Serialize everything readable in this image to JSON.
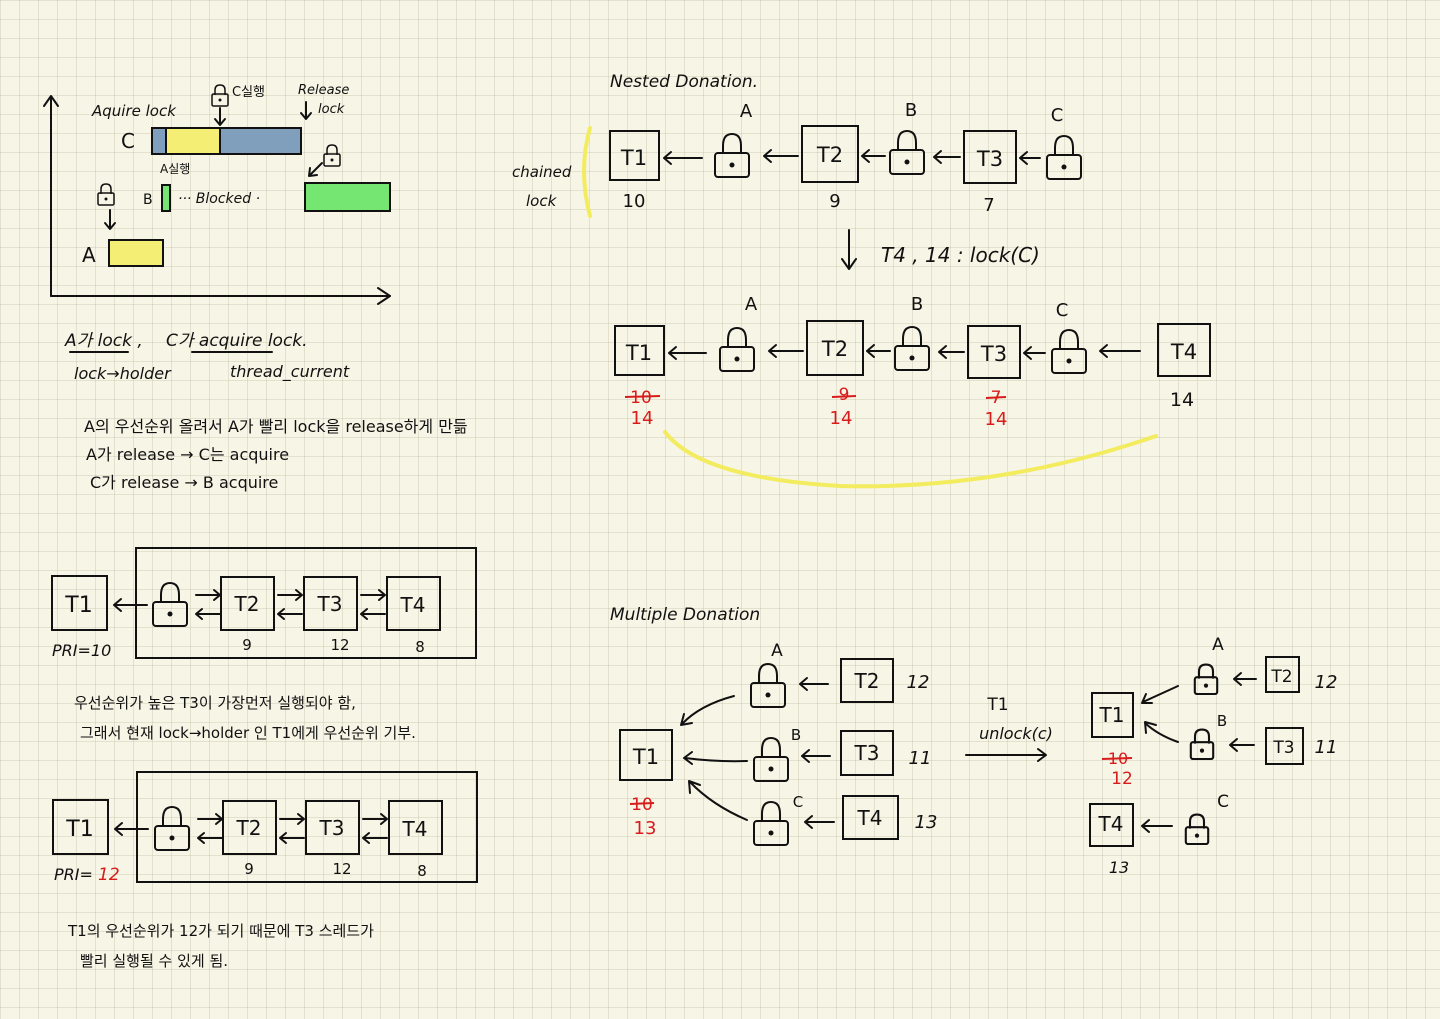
{
  "colors": {
    "paper": "#f7f5e6",
    "ink": "#111111",
    "red": "#d81c1c",
    "yellow_bar": "#f4ef74",
    "blue_bar": "#7f9fbc",
    "green_bar": "#76e673",
    "highlight": "#f2ec5e"
  },
  "timeline": {
    "acquire_lock": "Aquire lock",
    "c_run": "C실행",
    "release_lock_1": "Release",
    "release_lock_2": "lock",
    "label_c": "C",
    "a_run": "A실행",
    "label_b": "B",
    "blocked": "···  Blocked ·",
    "label_a": "A"
  },
  "notes1": {
    "a_lock": "A가 lock ,",
    "lock_holder": "lock→holder",
    "c_acquire": "C가  acquire lock.",
    "thread_current": "thread_current",
    "line1": "A의 우선순위 올려서 A가 빨리 lock을 release하게 만듦",
    "line2": "A가 release  → C는 acquire",
    "line3": "C가 release  → B acquire"
  },
  "boxdiag1": {
    "t1": "T1",
    "t2": "T2",
    "t3": "T3",
    "t4": "T4",
    "pri": "PRI=10",
    "p2": "9",
    "p3": "12",
    "p4": "8"
  },
  "notes2": {
    "line1": "우선순위가 높은 T3이 가장먼저 실행되야 함,",
    "line2": "그래서 현재 lock→holder 인  T1에게 우선순위 기부."
  },
  "boxdiag2": {
    "t1": "T1",
    "t2": "T2",
    "t3": "T3",
    "t4": "T4",
    "pri_prefix": "PRI=",
    "pri_value": "12",
    "p2": "9",
    "p3": "12",
    "p4": "8"
  },
  "notes3": {
    "line1": "T1의 우선순위가 12가 되기 때문에  T3 스레드가",
    "line2": "빨리 실행될 수 있게 됨."
  },
  "nested": {
    "title": "Nested Donation.",
    "chained_1": "chained",
    "chained_2": "lock",
    "lock_a": "A",
    "lock_b": "B",
    "lock_c": "C",
    "t1": "T1",
    "t2": "T2",
    "t3": "T3",
    "t4": "T4",
    "p1": "10",
    "p2": "9",
    "p3": "7",
    "event": "T4 , 14 : lock(C)",
    "p1_old": "10",
    "p1_new": "14",
    "p2_old": "9",
    "p2_new": "14",
    "p3_old": "7",
    "p3_new": "14",
    "p4": "14"
  },
  "multiple": {
    "title": "Multiple Donation",
    "lock_a": "A",
    "lock_b": "B",
    "lock_c": "C",
    "t1": "T1",
    "t2": "T2",
    "t3": "T3",
    "t4": "T4",
    "p2": "12",
    "p3": "11",
    "p4": "13",
    "p1_old": "10",
    "p1_new": "13",
    "event_1": "T1",
    "event_2": "unlock(c)",
    "r_t1": "T1",
    "r_t2": "T2",
    "r_t3": "T3",
    "r_t4": "T4",
    "r_lock_a": "A",
    "r_lock_b": "B",
    "r_lock_c": "C",
    "r_p2": "12",
    "r_p3": "11",
    "r_p1_old": "10",
    "r_p1_new": "12",
    "r_p4": "13"
  }
}
